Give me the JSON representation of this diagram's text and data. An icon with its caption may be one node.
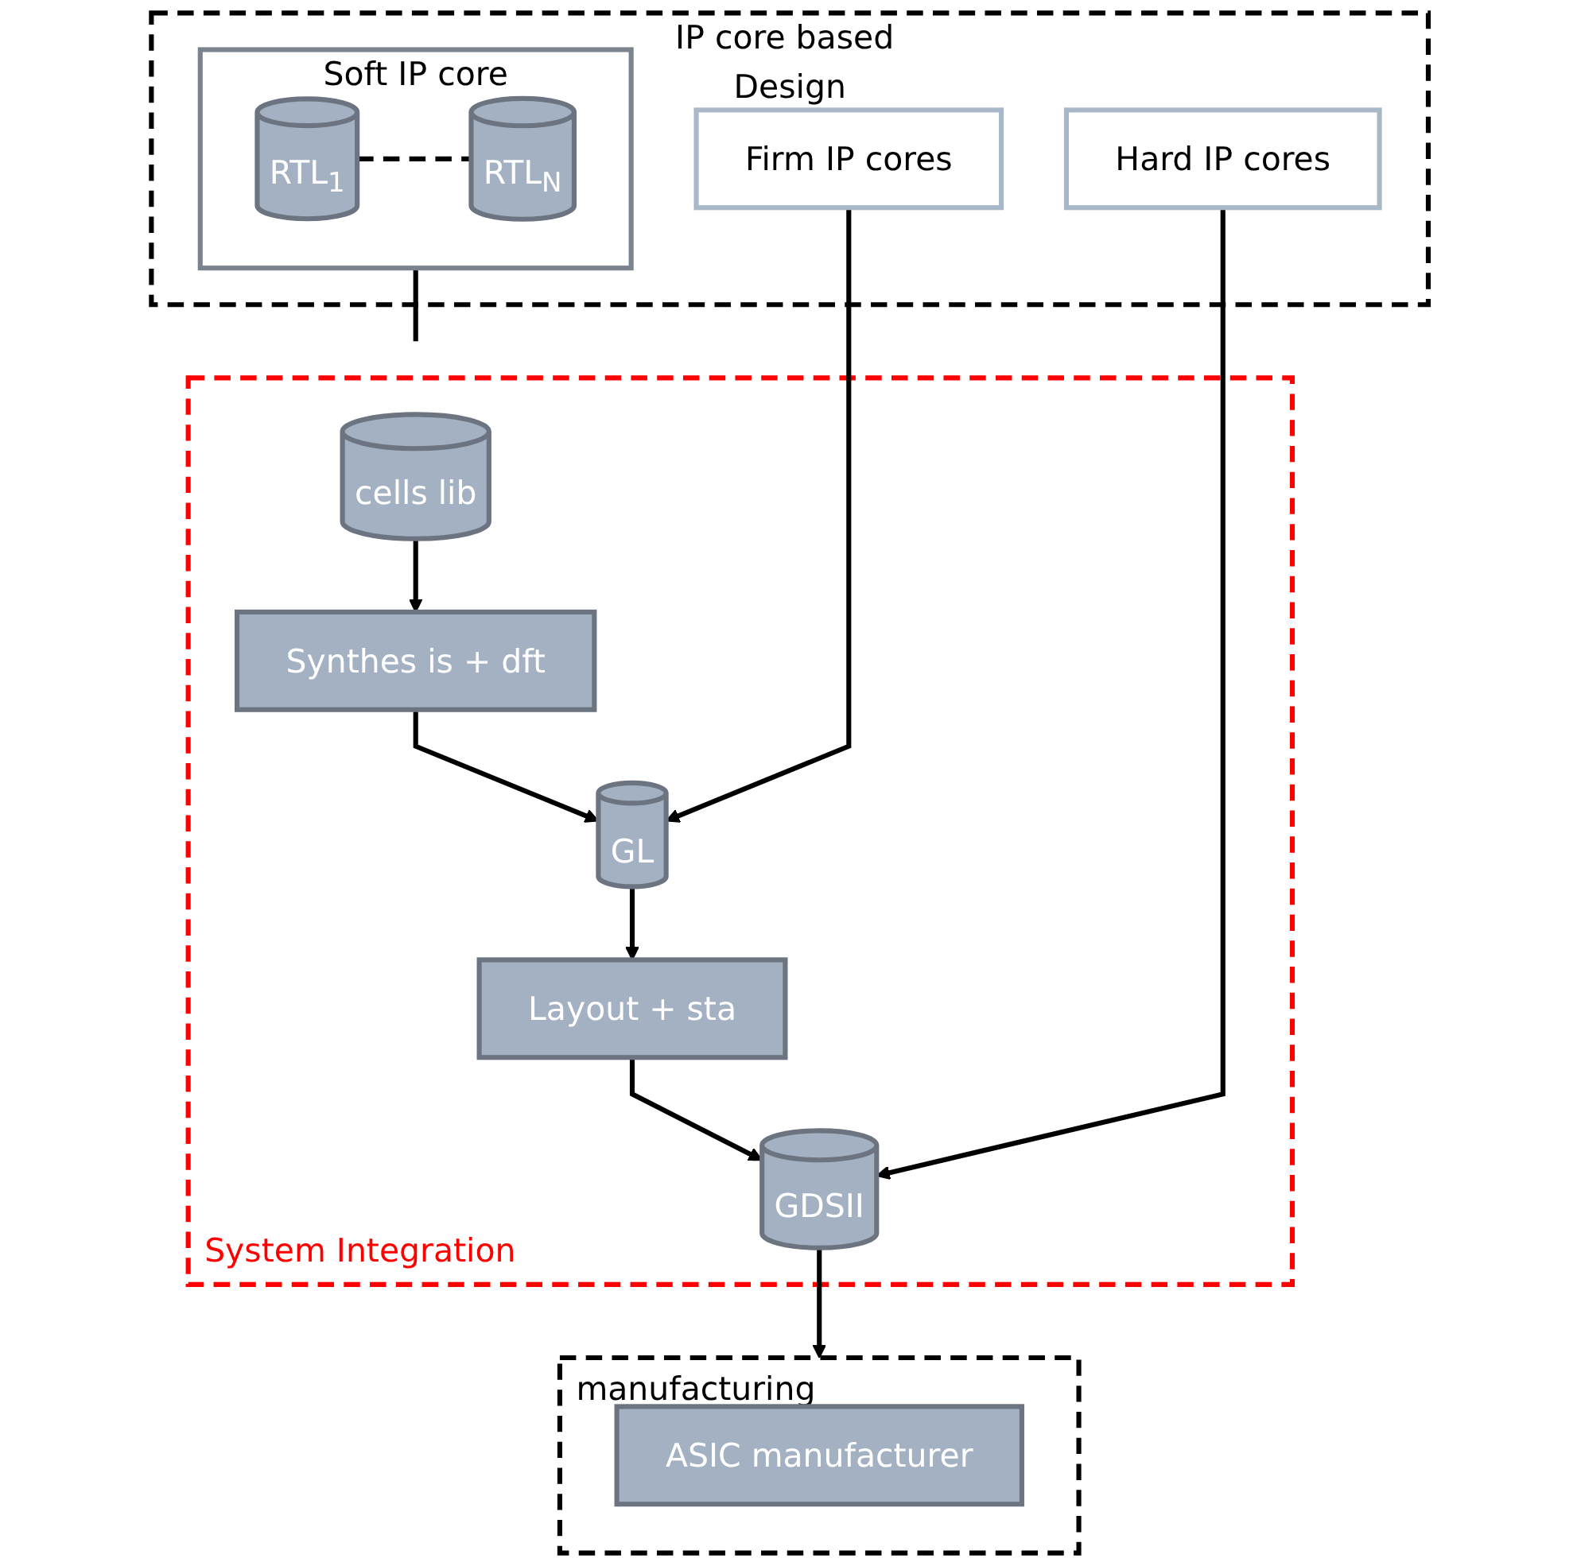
{
  "diagram": {
    "nodes": [
      {
        "text": [
          "IP core based Design"
        ]
      },
      {
        "text": [
          "Soft IP core"
        ],
        "in": 0
      },
      {
        "text": [
          "RTL$_{1}$"
        ],
        "in": 1
      },
      {
        "text": [
          "RTL$_{N}$"
        ],
        "in": 1
      },
      {
        "text": [
          "System Integration"
        ]
      },
      {
        "text": [
          "cells lib"
        ],
        "in": 4
      },
      {
        "text": [
          "Synthes is + dft"
        ],
        "in": 4
      },
      {
        "text": [
          "GL"
        ],
        "in": 4
      },
      {
        "text": [
          "Layout + sta"
        ],
        "in": 4
      },
      {
        "text": [
          "GDSII"
        ],
        "in": 4
      },
      {
        "text": [
          "Firm IP cores"
        ],
        "in": 0
      },
      {
        "text": [
          "Hard IP cores"
        ],
        "in": 0
      },
      {
        "text": [
          "manufacturing"
        ]
      },
      {
        "text": [
          "ASIC manufacturer"
        ],
        "in": 12
      }
    ],
    "edges": [
      {
        "from": 2,
        "to": 3,
        "arrow": "none",
        "style": "dashed"
      },
      {
        "from": 1,
        "to": 4,
        "arrow": "none"
      },
      {
        "from": 5,
        "to": 6,
        "arrow": "to"
      },
      {
        "from": 6,
        "to": 7,
        "arrow": "to"
      },
      {
        "from": 10,
        "to": 7,
        "arrow": "to"
      },
      {
        "from": 7,
        "to": 8,
        "arrow": "to"
      },
      {
        "from": 8,
        "to": 9,
        "arrow": "to"
      },
      {
        "from": 11,
        "to": 9,
        "arrow": "to"
      },
      {
        "from": 9,
        "to": 12,
        "arrow": "to"
      }
    ]
  }
}
